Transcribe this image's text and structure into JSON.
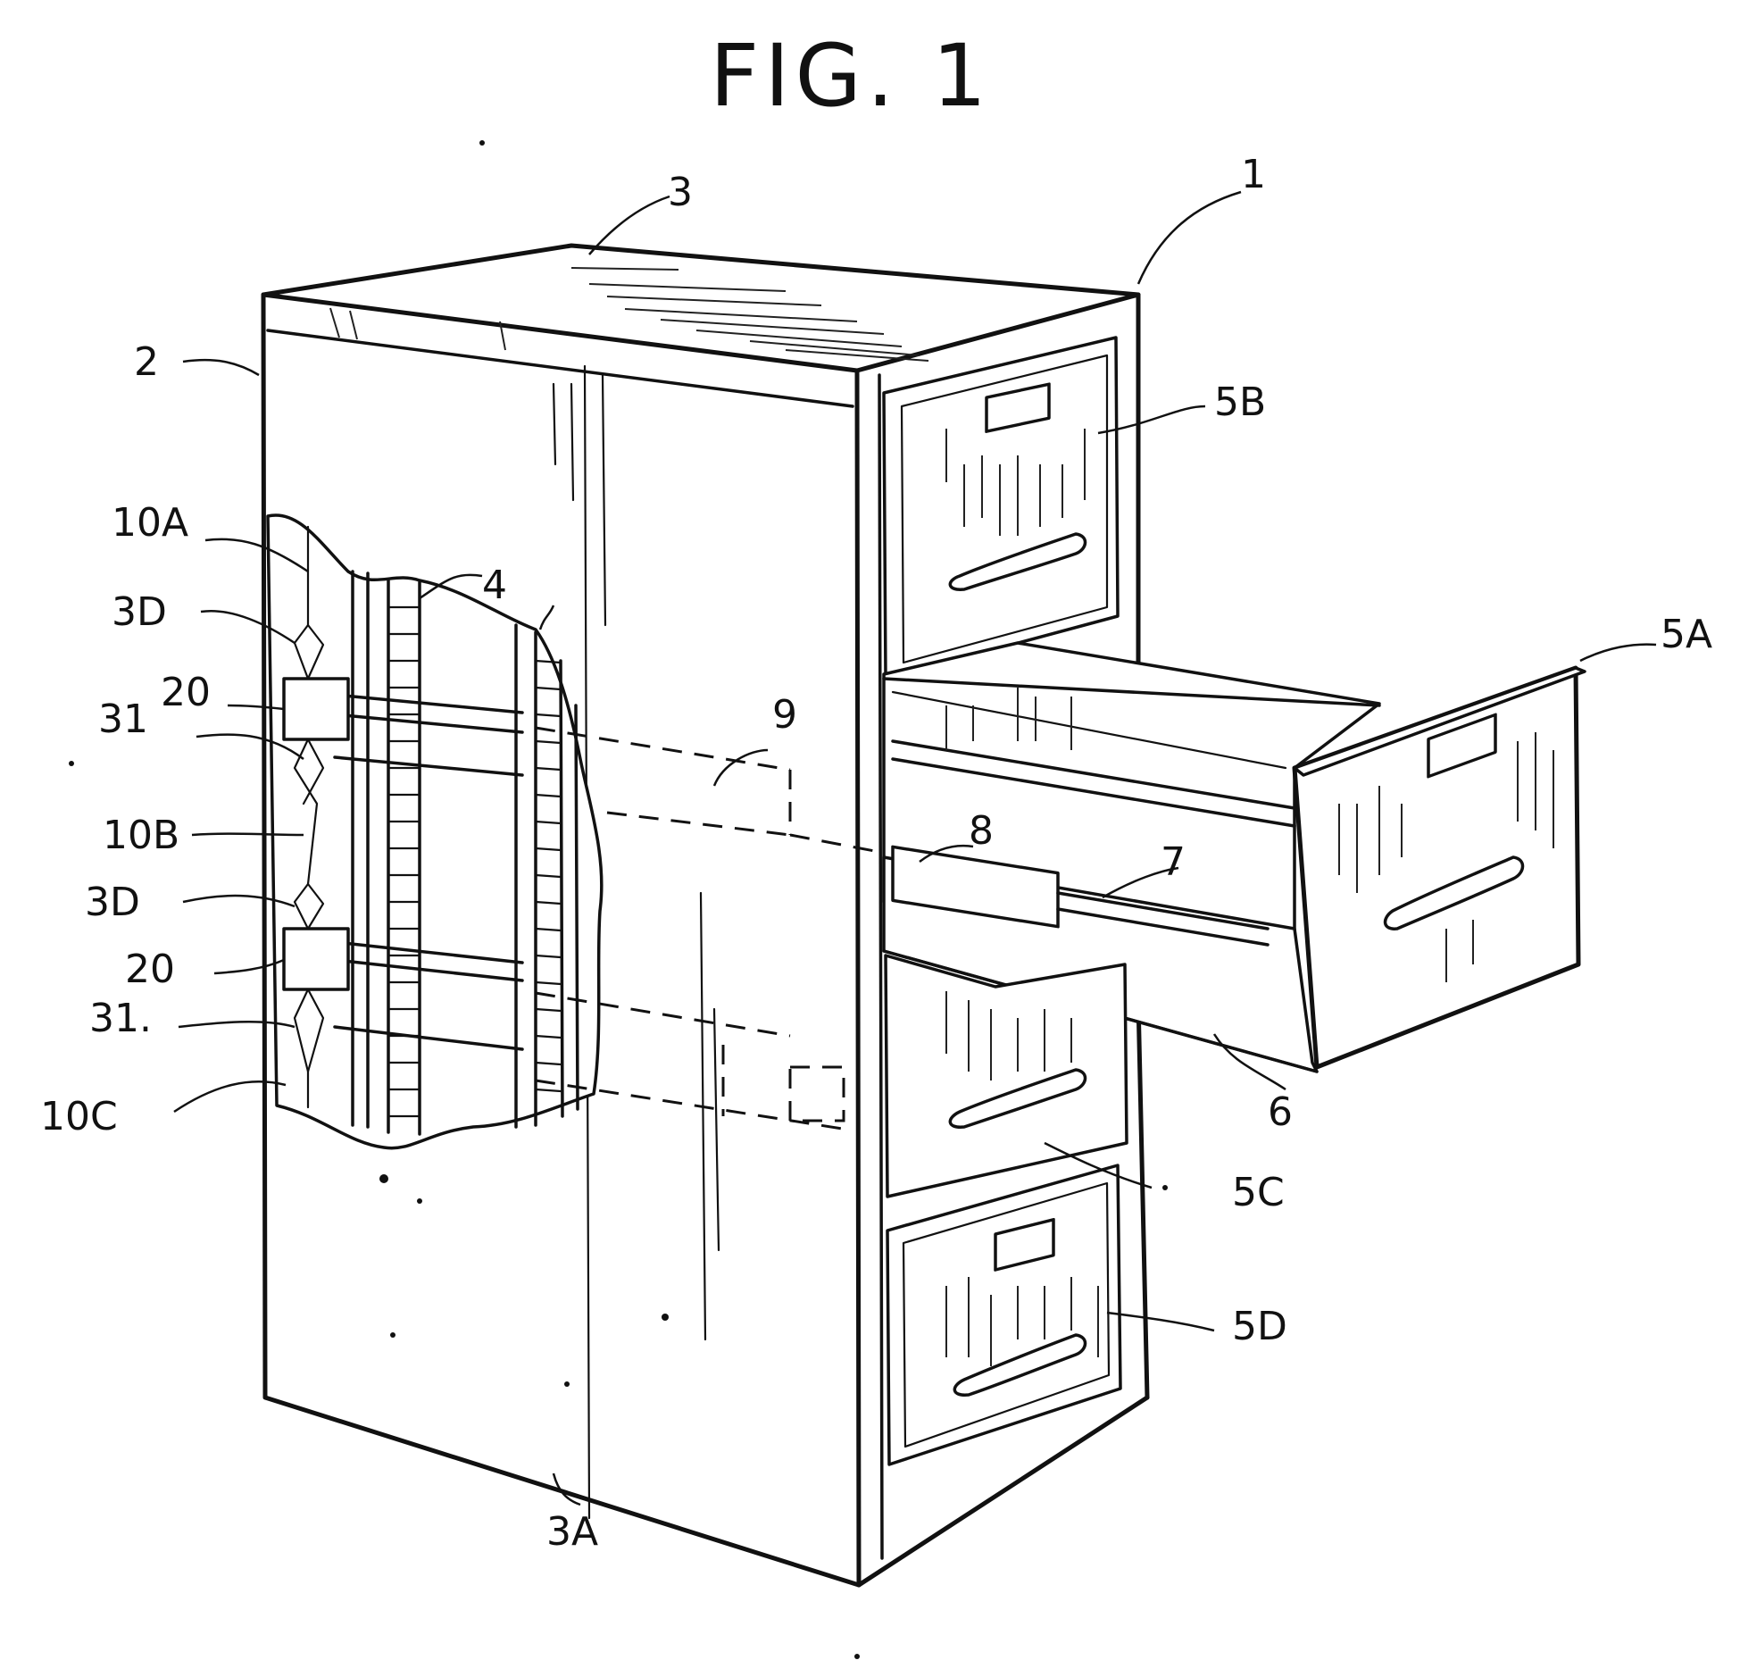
{
  "figure": {
    "title": "FIG. 1",
    "labels": {
      "cabinet": "1",
      "side_panel": "2",
      "top": "3",
      "bottom": "3A",
      "rail": "4",
      "drawer_open": "5A",
      "drawer_top": "5B",
      "drawer_third": "5C",
      "drawer_bottom": "5D",
      "drawer_side": "6",
      "slide": "7",
      "slide_body": "8",
      "hidden_bracket": "9",
      "strap_a": "10A",
      "strap_b": "10B",
      "strap_c": "10C",
      "clip_upper": "3D",
      "clip_lower": "3D",
      "band_upper": "20",
      "band_lower": "20",
      "hook_upper": "31",
      "hook_lower": "31."
    }
  }
}
